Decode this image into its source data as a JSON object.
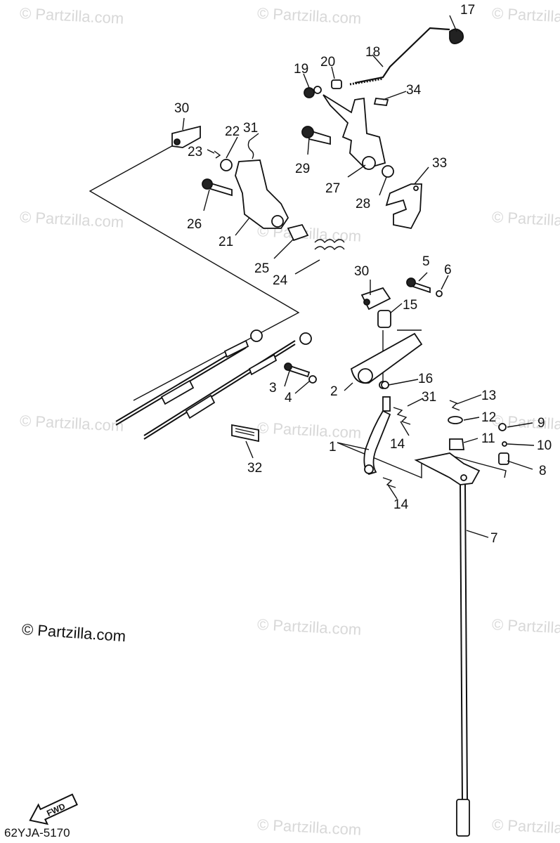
{
  "watermark_text": "© Partzilla.com",
  "credit_text": "© Partzilla.com",
  "diagram_code": "62YJA-5170",
  "fwd_label": "FWD",
  "part_labels": [
    "1",
    "2",
    "3",
    "4",
    "5",
    "6",
    "7",
    "8",
    "9",
    "10",
    "11",
    "12",
    "13",
    "14",
    "14",
    "15",
    "16",
    "17",
    "18",
    "19",
    "20",
    "21",
    "22",
    "23",
    "24",
    "25",
    "26",
    "27",
    "28",
    "29",
    "30",
    "30",
    "31",
    "31",
    "32",
    "33",
    "34"
  ]
}
